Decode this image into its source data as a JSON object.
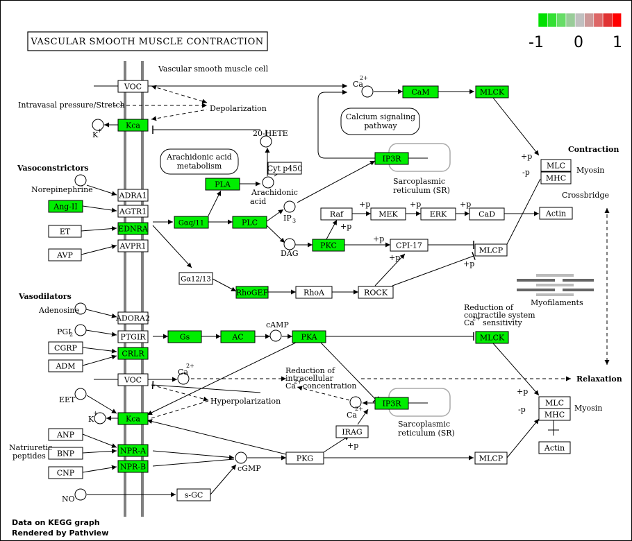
{
  "title": "VASCULAR SMOOTH MUSCLE CONTRACTION",
  "footer": {
    "line1": "Data on KEGG graph",
    "line2": "Rendered by Pathview"
  },
  "legend": {
    "min": "-1",
    "mid": "0",
    "max": "1",
    "colors": [
      "#00e000",
      "#33e033",
      "#66dd66",
      "#99cc99",
      "#c0c0c0",
      "#cc9999",
      "#dd6666",
      "#e03333",
      "#ff0000"
    ]
  },
  "colors": {
    "up_green": "#00ee00",
    "box_white": "#ffffff",
    "membrane": "#808080",
    "sr_outline": "#aaaaaa"
  },
  "genes": {
    "voc1": "VOC",
    "kca1": "Kca",
    "adra1": "ADRA1",
    "agtr1": "AGTR1",
    "ednra": "EDNRA",
    "avpr1": "AVPR1",
    "adora2": "ADORA2",
    "ptgir": "PTGIR",
    "crlr": "CRLR",
    "voc2": "VOC",
    "kca2": "Kca",
    "npra": "NPR-A",
    "nprb": "NPR-B",
    "ang2": "Ang-II",
    "et": "ET",
    "avp": "AVP",
    "cgrp": "CGRP",
    "adm": "ADM",
    "anp": "ANP",
    "bnp": "BNP",
    "cnp": "CNP",
    "pla": "PLA",
    "gqi1": "Gαq/11",
    "plc": "PLC",
    "ga1213": "Gα12/13",
    "rhogef": "RhoGEF",
    "rhoa": "RhoA",
    "rock": "ROCK",
    "pkc": "PKC",
    "cpi17": "CPI-17",
    "mlcp1": "MLCP",
    "raf": "Raf",
    "mek": "MEK",
    "erk": "ERK",
    "cad": "CaD",
    "actin1": "Actin",
    "cam": "CaM",
    "mlck1": "MLCK",
    "ip3r1": "IP3R",
    "cytp450": "Cyt p450",
    "gs": "Gs",
    "ac": "AC",
    "pka": "PKA",
    "mlck2": "MLCK",
    "ip3r2": "IP3R",
    "irag": "IRAG",
    "pkg": "PKG",
    "mlcp2": "MLCP",
    "sgc": "s-GC",
    "mlc1": "MLC",
    "mhc1": "MHC",
    "mlc2": "MLC",
    "mhc2": "MHC",
    "actin2": "Actin"
  },
  "labels": {
    "vsmc": "Vascular smooth muscle cell",
    "intravasal": "Intravasal pressure/Stretch",
    "depolarization": "Depolarization",
    "k1": "K",
    "kplus": "+",
    "hete": "20-HETE",
    "aa_metab": [
      "Arachidonic acid",
      "metabolism"
    ],
    "aa": [
      "Arachidonic",
      "acid"
    ],
    "ca_pathway": [
      "Calcium signaling",
      "pathway"
    ],
    "vasoconstrictors": "Vasoconstrictors",
    "norepinephrine": "Norepinephrine",
    "ip3": "IP",
    "ip3_sub": "3",
    "dag": "DAG",
    "sr1": [
      "Sarcoplasmic",
      "reticulum (SR)"
    ],
    "sr2": [
      "Sarcoplasmic",
      "reticulum (SR)"
    ],
    "contraction": "Contraction",
    "myosin1": "Myosin",
    "myosin2": "Myosin",
    "crossbridge": "Crossbridge",
    "myofilaments": "Myofilaments",
    "vasodilators": "Vasodilators",
    "adenosine": "Adenosine",
    "pgi2": "PGI",
    "pgi2_sub": "2",
    "eet": "EET",
    "natriuretic": [
      "Natriuretic",
      "peptides"
    ],
    "no": "NO",
    "camp": "cAMP",
    "cgmp": "cGMP",
    "ca": "Ca",
    "ca_sup": "2+",
    "hyperpolarization": "Hyperpolarization",
    "reduction_ca": [
      "Reduction of",
      "intracellular",
      "concentration"
    ],
    "reduction_contractile": [
      "Reduction of",
      "contractile system",
      "sensitivity"
    ],
    "relaxation": "Relaxation",
    "plus_p": "+p",
    "minus_p": "-p"
  }
}
